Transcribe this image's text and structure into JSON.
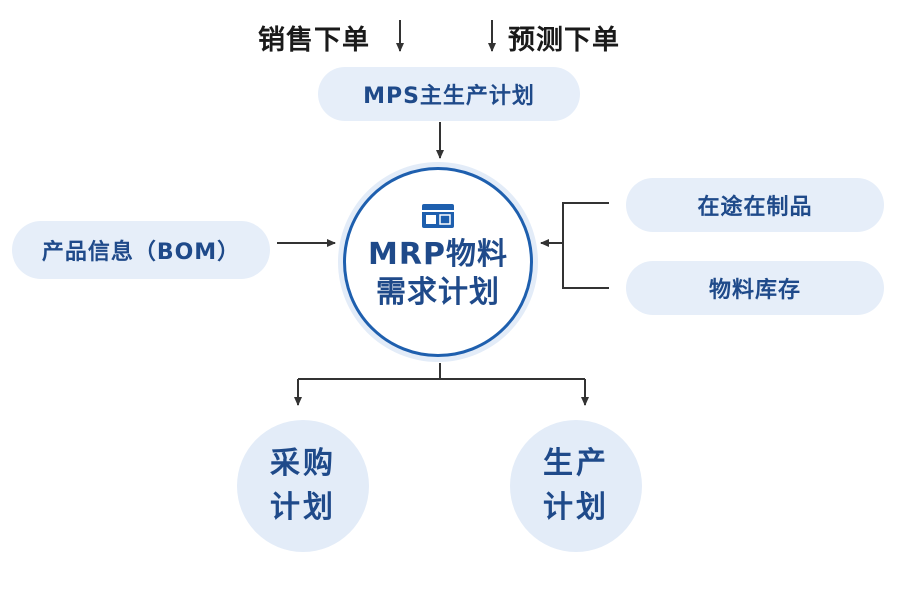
{
  "inputs": {
    "sales_order": "销售下单",
    "forecast_order": "预测下单"
  },
  "mps": {
    "label": "MPS主生产计划"
  },
  "product_info": {
    "label": "产品信息（BOM）"
  },
  "wip": {
    "label": "在途在制品"
  },
  "inventory": {
    "label": "物料库存"
  },
  "mrp": {
    "line1": "MRP物料",
    "line2": "需求计划",
    "icon": "calendar-icon"
  },
  "outputs": {
    "purchase": {
      "line1": "采购",
      "line2": "计划"
    },
    "production": {
      "line1": "生产",
      "line2": "计划"
    }
  },
  "colors": {
    "brand_blue": "#1e5fae",
    "text_blue": "#1f4a8a",
    "pill_fill": "#e6eef9",
    "circle_fill": "#e3ecf8",
    "arrow": "#333333"
  }
}
